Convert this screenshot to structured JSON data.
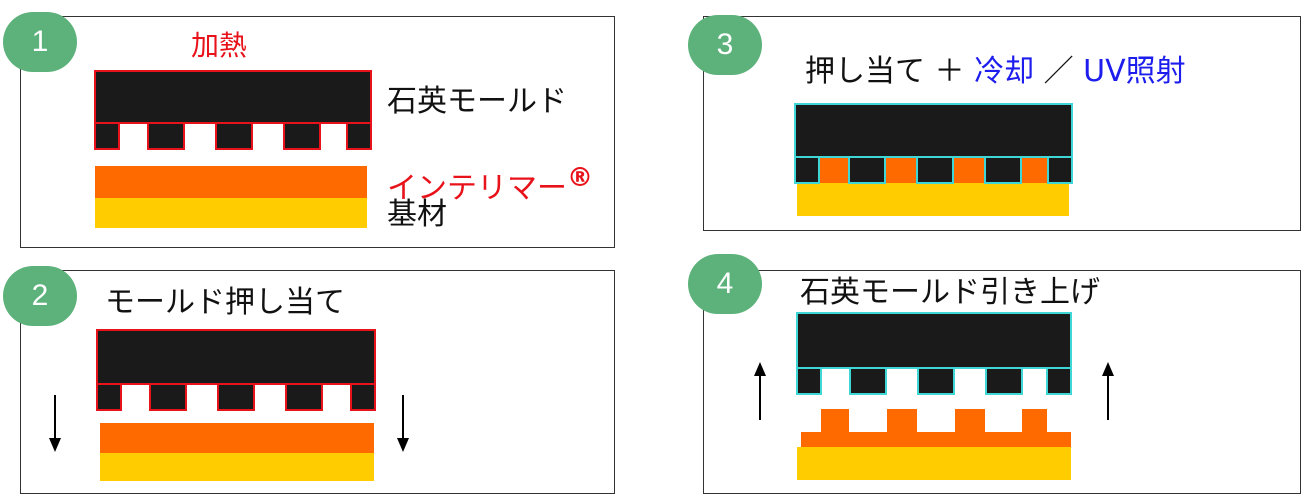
{
  "steps": [
    {
      "number": "1",
      "heat_label": "加熱",
      "mold_label": "石英モールド",
      "resin_label": "インテリマー",
      "registered_mark": "®",
      "substrate_label": "基材"
    },
    {
      "number": "2",
      "title": "モールド押し当て"
    },
    {
      "number": "3",
      "title_prefix": "押し当て ＋ ",
      "cool_label": "冷却",
      "separator": " ／ ",
      "uv_label": "UV照射"
    },
    {
      "number": "4",
      "title": "石英モールド引き上げ"
    }
  ],
  "colors": {
    "mold": "#1a1a1a",
    "mold_outline_heated": "#e8121a",
    "mold_outline_cooled": "#3fd6d6",
    "resin": "#ff6a00",
    "substrate": "#ffcc00",
    "badge": "#5cb27a"
  },
  "icons": [
    "down-arrow-icon",
    "up-arrow-icon"
  ]
}
